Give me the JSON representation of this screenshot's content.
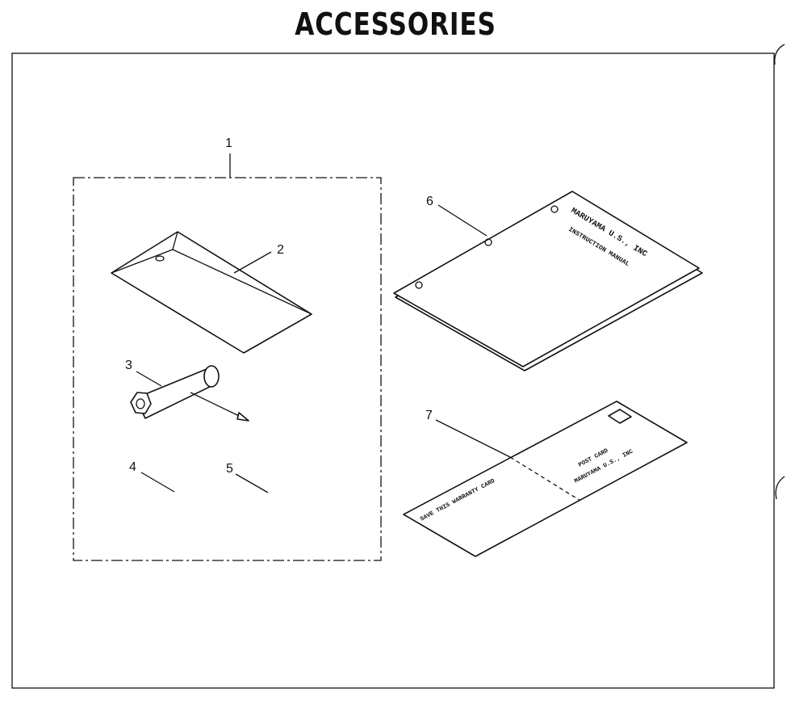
{
  "title": "ACCESSORIES",
  "callouts": {
    "c1": "1",
    "c2": "2",
    "c3": "3",
    "c4": "4",
    "c5": "5",
    "c6": "6",
    "c7": "7"
  },
  "manual": {
    "line1": "MARUYAMA U.S., INC",
    "line2": "INSTRUCTION MANUAL"
  },
  "postcard": {
    "left_text": "SAVE THIS WARRANTY CARD",
    "post_card": "POST CARD",
    "company": "MARUYAMA U.S., INC"
  }
}
